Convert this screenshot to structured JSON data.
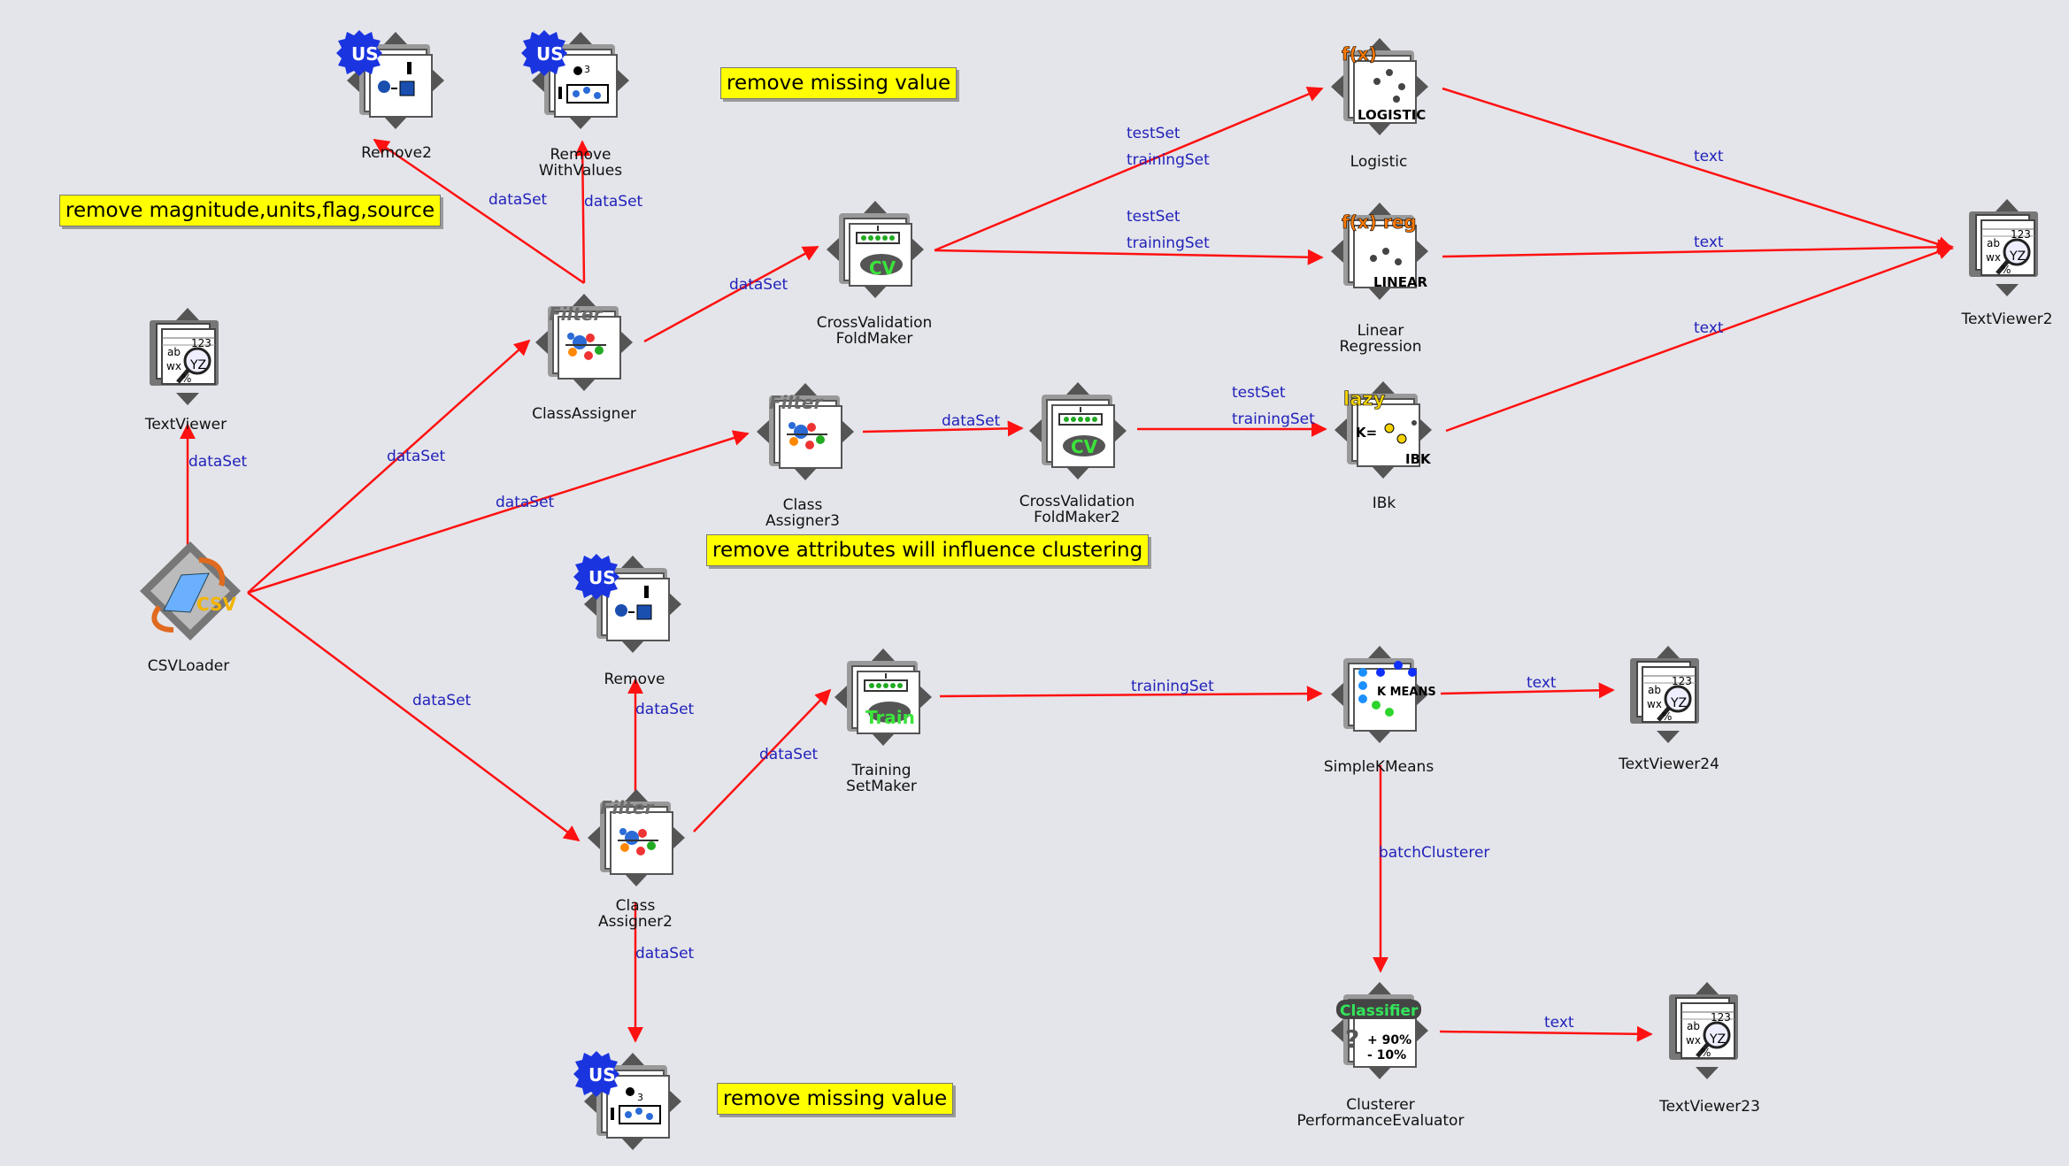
{
  "nodes": {
    "remove2": "Remove2",
    "remove_with_values": "Remove\nWithValues",
    "text_viewer": "TextViewer",
    "class_assigner": "ClassAssigner",
    "cv_fold_maker": "CrossValidation\nFoldMaker",
    "logistic": "Logistic",
    "linear_regression": "Linear\nRegression",
    "text_viewer2": "TextViewer2",
    "class_assigner3": "Class\nAssigner3",
    "cv_fold_maker2": "CrossValidation\nFoldMaker2",
    "ibk": "IBk",
    "csv_loader": "CSVLoader",
    "remove": "Remove",
    "training_set_maker": "Training\nSetMaker",
    "simple_kmeans": "SimpleKMeans",
    "text_viewer24": "TextViewer24",
    "class_assigner2": "Class\nAssigner2",
    "clusterer_eval": "Clusterer\nPerformanceEvaluator",
    "text_viewer23": "TextViewer23",
    "remove_with_values2": ""
  },
  "notes": {
    "top_missing": "remove missing value",
    "magnitude": "remove magnitude,units,flag,source",
    "clustering": "remove attributes will influence clustering",
    "bottom_missing": "remove missing value"
  },
  "connections": {
    "dataset": "dataSet",
    "testset": "testSet",
    "trainingset": "trainingSet",
    "text": "text",
    "batch_clusterer": "batchClusterer"
  },
  "icon_badges": {
    "us": "US",
    "filter": "Filter",
    "cv": "CV",
    "train": "Train",
    "fx": "f(x)",
    "fx_reg": "f(x) reg",
    "logistic": "LOGISTIC",
    "linear": "LINEAR",
    "lazy": "lazy",
    "ibk": "IBK",
    "kmeans": "K MEANS",
    "classifier": "Classifier",
    "csv": "CSV",
    "ab": "ab",
    "wx": "wx",
    "n123": "123",
    "yz": "YZ",
    "pct": "%",
    "kv": "K=",
    "p90": "+ 90%",
    "p10": "- 10%",
    "q": "?",
    "three": "3"
  },
  "colors": {
    "background": "#e4e5ea",
    "wire": "#ff1111",
    "connection_label": "#2222bb",
    "note": "#ffff00"
  }
}
